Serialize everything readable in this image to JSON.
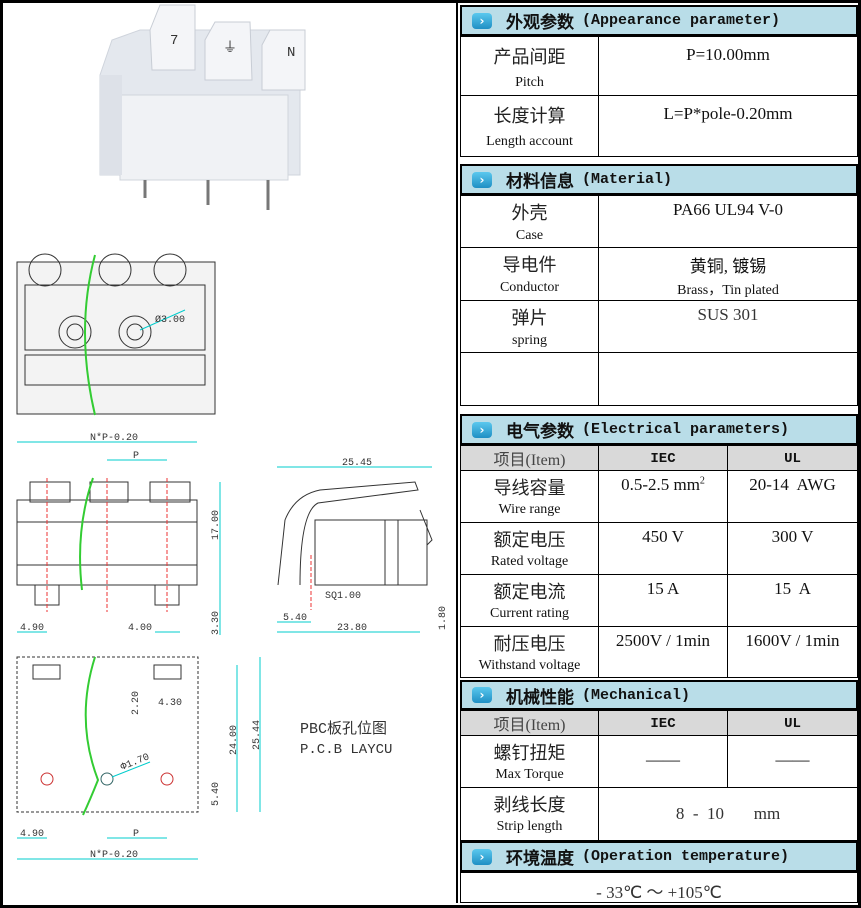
{
  "photo": {
    "tab_labels": [
      "7",
      "⏚",
      "N"
    ]
  },
  "drawings": {
    "top_view": {
      "hole_dim": "Ø3.00"
    },
    "front_view": {
      "width": "N*P-0.20",
      "pitch": "P",
      "height": "17.00",
      "pin_len": "3.30",
      "edge": "4.90",
      "pin_pitch": "4.00"
    },
    "side_view": {
      "depth": "25.45",
      "base": "23.80",
      "pin_offset": "5.40",
      "pin_size": "SQ1.00",
      "foot": "1.80"
    },
    "pcb": {
      "slot_h": "2.20",
      "slot_w": "4.30",
      "d1": "24.00",
      "d2": "25.44",
      "hole": "Φ1.70",
      "row": "5.40",
      "edge": "4.90",
      "pitch": "P",
      "width": "N*P-0.20",
      "title_cn": "PBC板孔位图",
      "title_en": "P.C.B LAYCU"
    }
  },
  "sections": {
    "appearance": {
      "cn": "外观参数",
      "en": "(Appearance parameter)",
      "rows": [
        {
          "cn": "产品间距",
          "en": "Pitch",
          "value": "P=10.00mm"
        },
        {
          "cn": "长度计算",
          "en": "Length account",
          "value": "L=P*pole-0.20mm"
        }
      ]
    },
    "material": {
      "cn": "材料信息",
      "en": "(Material)",
      "rows": [
        {
          "cn": "外壳",
          "en": "Case",
          "value": "PA66 UL94 V-0"
        },
        {
          "cn": "导电件",
          "en": "Conductor",
          "value": "黄铜, 镀锡",
          "value2": "Brass，Tin plated"
        },
        {
          "cn": "弹片",
          "en": "spring",
          "value": "SUS 301"
        }
      ]
    },
    "electrical": {
      "cn": "电气参数",
      "en": "(Electrical parameters)",
      "col_item": "项目(Item)",
      "col_iec": "IEC",
      "col_ul": "UL",
      "rows": [
        {
          "cn": "导线容量",
          "en": "Wire range",
          "iec": "0.5-2.5 mm",
          "iec_sup": "2",
          "ul": "20-14  AWG"
        },
        {
          "cn": "额定电压",
          "en": "Rated voltage",
          "iec": "450 V",
          "ul": "300 V"
        },
        {
          "cn": "额定电流",
          "en": "Current rating",
          "iec": "15  A",
          "ul": "15  A"
        },
        {
          "cn": "耐压电压",
          "en": "Withstand voltage",
          "iec": "2500V / 1min",
          "ul": "1600V / 1min"
        }
      ]
    },
    "mechanical": {
      "cn": "机械性能",
      "en": "(Mechanical)",
      "col_item": "项目(Item)",
      "col_iec": "IEC",
      "col_ul": "UL",
      "rows": [
        {
          "cn": "螺钉扭矩",
          "en": "Max Torque",
          "iec": "——",
          "ul": "——"
        },
        {
          "cn": "剥线长度",
          "en": "Strip length",
          "value": "8  -  10       mm"
        }
      ]
    },
    "temperature": {
      "cn": "环境温度",
      "en": "(Operation temperature)",
      "value": "- 33℃  ～ +105℃"
    }
  }
}
